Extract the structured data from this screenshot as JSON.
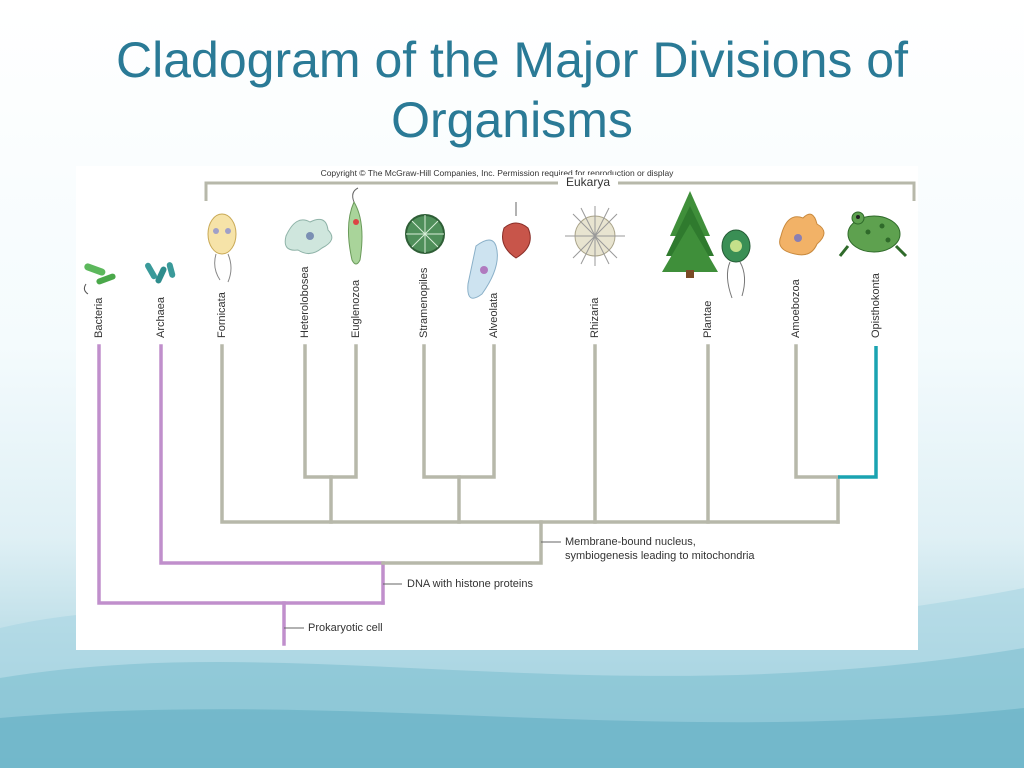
{
  "slide": {
    "title": "Cladogram of the Major Divisions of Organisms"
  },
  "figure": {
    "copyright": "Copyright © The McGraw-Hill Companies, Inc. Permission required for reproduction or display",
    "group_label": "Eukarya",
    "taxa": [
      "Bacteria",
      "Archaea",
      "Fornicata",
      "Heterolobosea",
      "Euglenozoa",
      "Stramenopiles",
      "Alveolata",
      "Rhizaria",
      "Plantae",
      "Amoebozoa",
      "Opisthokonta"
    ],
    "node_labels": {
      "eukarya_node_line1": "Membrane-bound nucleus,",
      "eukarya_node_line2": "symbiogenesis leading to mitochondria",
      "histone_node": "DNA with histone proteins",
      "root_node": "Prokaryotic cell"
    },
    "colors": {
      "prokaryote_branch": "#c08fcc",
      "eukarya_branch": "#b7b8aa",
      "opisthokonta_branch": "#1aa3b1",
      "title": "#2a7a96"
    },
    "icons": [
      "bacteria-icon",
      "archaea-icon",
      "giardia-icon",
      "amoeba-icon",
      "euglena-icon",
      "diatom-icon",
      "paramecium-icon",
      "dinoflagellate-icon",
      "radiolarian-icon",
      "tree-icon",
      "green-alga-icon",
      "amoebozoa-icon",
      "frog-icon"
    ]
  }
}
